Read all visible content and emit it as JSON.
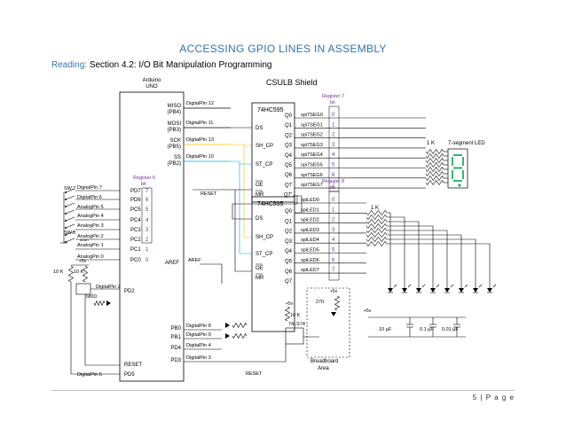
{
  "page": {
    "title": "ACCESSING GPIO LINES IN ASSEMBLY",
    "reading_label": "Reading:",
    "reading_text": "Section 4.2: I/O Bit Manipulation Programming",
    "page_number": "5",
    "page_word": "| P a g e"
  },
  "schematic": {
    "arduino_label": "Arduino",
    "uno_label": "UNO",
    "shield_title": "CSULB Shield",
    "chip1_name": "74HC595",
    "chip2_name": "74HC595",
    "reg7_label": "Register 7",
    "reg8_label": "Register 8",
    "reg6_label": "Register 6",
    "bit_label": "bit",
    "one_k": "1 K",
    "seven_seg_label": "7-segment LED",
    "left_pins": [
      "PD7",
      "PD6",
      "PC5",
      "PC4",
      "PC3",
      "PC2",
      "PC1",
      "PC0"
    ],
    "left_bits": [
      "7",
      "6",
      "5",
      "4",
      "3",
      "2",
      "1",
      "0"
    ],
    "left_nets": [
      "DigitalPin 7",
      "DigitalPin 6",
      "AnalogPin 5",
      "AnalogPin 4",
      "AnalogPin 3",
      "AnalogPin 2",
      "AnalogPin 1",
      "AnalogPin 0"
    ],
    "sw7": "SW.7",
    "sw0": "SW.0",
    "down_label": "down",
    "spi_pins": [
      "MISO",
      "(PB4)",
      "MOSI",
      "(PB3)",
      "SCK",
      "(PB5)",
      "SS",
      "(PB2)"
    ],
    "spi_nets": [
      "DigitalPin 12",
      "DigitalPin 11",
      "DigitalPin 13",
      "DigitalPin 10"
    ],
    "reset_label": "RESET",
    "aref_label": "AREF",
    "pd2_label": "PD2",
    "pd5_label": "PD5",
    "digital_pin2": "DigitalPin 2",
    "digital_pin5": "DigitalPin 5",
    "pb_pins": [
      "PB0",
      "PB1",
      "PD4",
      "PD3"
    ],
    "pb_nets": [
      "DigitalPin 8",
      "DigitalPin 9",
      "DigitalPin 4",
      "DigitalPin 3"
    ],
    "chip_in_pins": [
      "DS",
      "SH_CP",
      "ST_CP",
      "OE",
      "MR"
    ],
    "chip_out_pins": [
      "Q0",
      "Q1",
      "Q2",
      "Q3",
      "Q4",
      "Q5",
      "Q6",
      "Q7",
      "Q7'"
    ],
    "seg_nets": [
      "spi7SEG0",
      "spi7SEG1",
      "spi7SEG2",
      "spi7SEG3",
      "spi7SEG4",
      "spi7SEG5",
      "spi7SEG6",
      "spi7SEG7"
    ],
    "led_nets": [
      "spiLED0",
      "spiLED1",
      "spiLED2",
      "spiLED3",
      "spiLED4",
      "spiLED5",
      "spiLED6",
      "spiLED7"
    ],
    "reg_bits": [
      "0",
      "1",
      "2",
      "3",
      "4",
      "5",
      "6",
      "7"
    ],
    "plus5": "+5v",
    "ten_k": "10 K",
    "r680": "680Ω",
    "r270": "270",
    "ls74": "74LS74",
    "breadboard": "Breadboard",
    "area": "Area",
    "cap1": "10 µF",
    "cap2": "0.1 µF",
    "cap3": "0.01 µF"
  }
}
